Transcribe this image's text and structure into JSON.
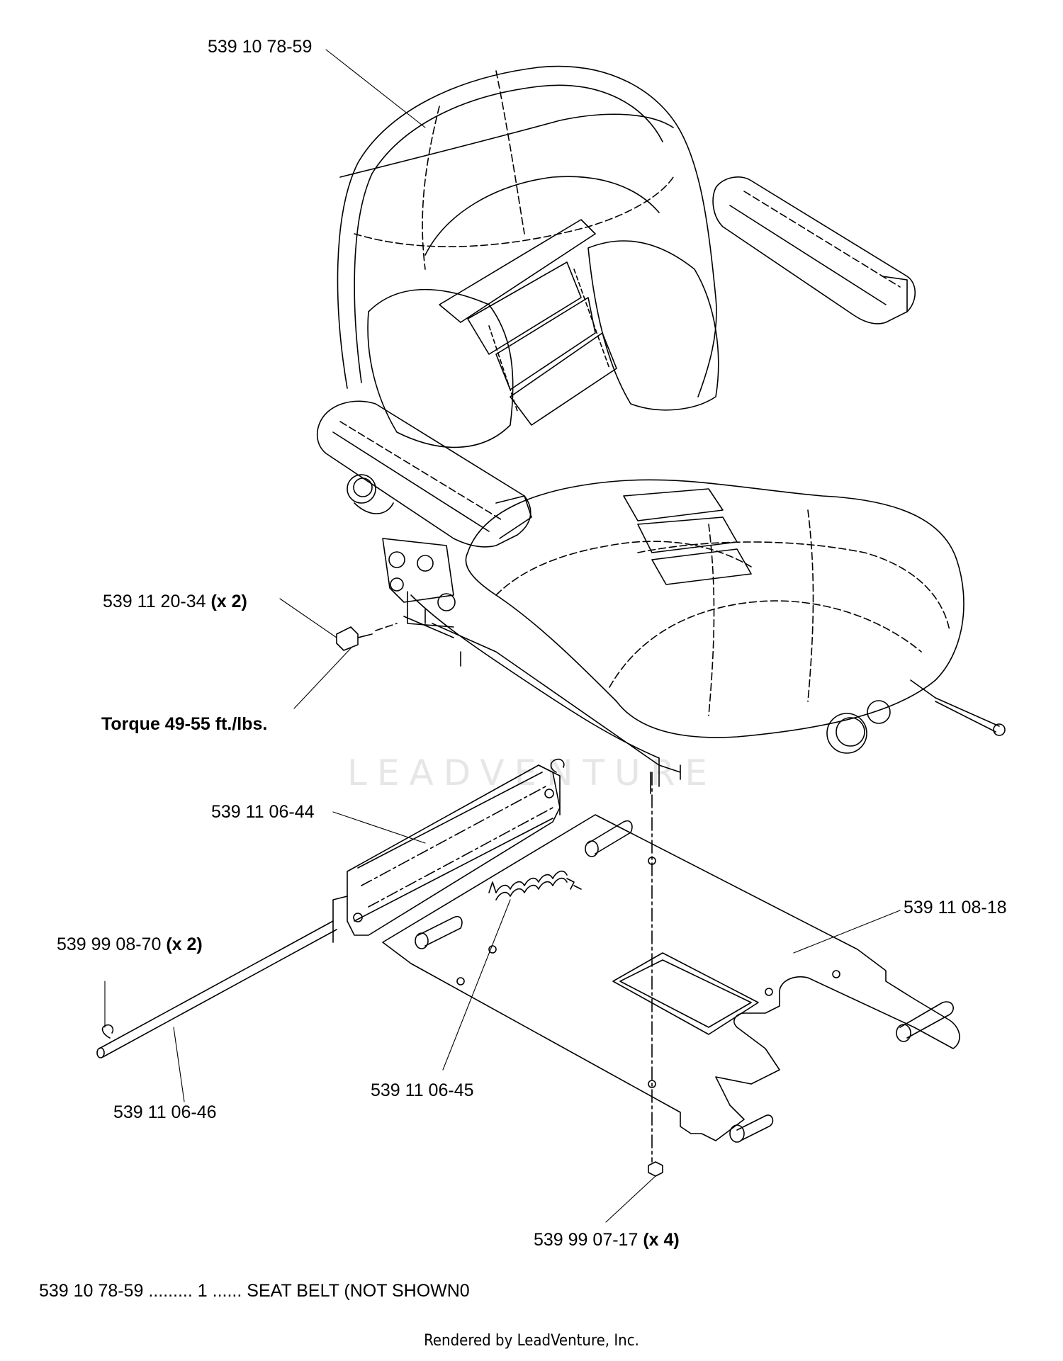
{
  "labels": {
    "seat": "539 10 78-59",
    "bolt": "539 11 20-34",
    "bolt_qty": "(x 2)",
    "torque": "Torque 49-55 ft./lbs.",
    "bracket": "539 11 06-44",
    "plate": "539 11 08-18",
    "clip": "539 99 08-70",
    "clip_qty": "(x 2)",
    "spring": "539 11 06-45",
    "rod": "539 11 06-46",
    "nut": "539 99 07-17",
    "nut_qty": "(x 4)"
  },
  "parts_list": {
    "part_no": "539 10 78-59",
    "leader1": ".........",
    "qty": "1",
    "leader2": "......",
    "description": "SEAT BELT (NOT SHOWN0"
  },
  "watermark": "LEADVENTURE",
  "rendered_by": "Rendered by LeadVenture, Inc."
}
